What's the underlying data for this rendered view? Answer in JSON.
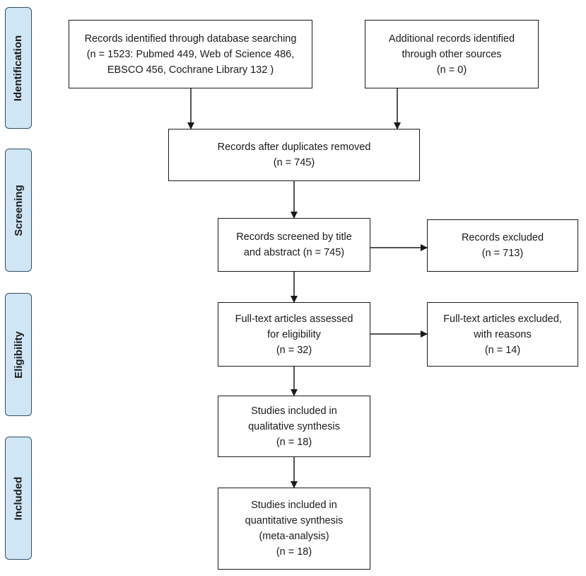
{
  "phases": {
    "identification": "Identification",
    "screening": "Screening",
    "eligibility": "Eligibility",
    "included": "Included"
  },
  "boxes": {
    "db_search": {
      "lines": [
        "Records identified through database searching",
        "(n = 1523: Pubmed 449, Web of Science 486,",
        "EBSCO 456, Cochrane Library 132 )"
      ]
    },
    "other_sources": {
      "lines": [
        "Additional records identified",
        "through other sources",
        "(n = 0)"
      ]
    },
    "duplicates_removed": {
      "lines": [
        "Records after duplicates removed",
        "(n = 745)"
      ]
    },
    "screened": {
      "lines": [
        "Records screened by title",
        "and abstract (n = 745)"
      ]
    },
    "excluded": {
      "lines": [
        "Records excluded",
        "(n = 713)"
      ]
    },
    "fulltext_assessed": {
      "lines": [
        "Full-text articles assessed",
        "for eligibility",
        "(n = 32)"
      ]
    },
    "fulltext_excluded": {
      "lines": [
        "Full-text articles excluded,",
        "with reasons",
        "(n = 14)"
      ]
    },
    "qualitative": {
      "lines": [
        "Studies included in",
        "qualitative synthesis",
        "(n = 18)"
      ]
    },
    "quantitative": {
      "lines": [
        "Studies included in",
        "quantitative synthesis",
        "(meta-analysis)",
        "(n = 18)"
      ]
    }
  },
  "colors": {
    "phase_fill": "#cfe6f6",
    "phase_border": "#2f4f66",
    "box_border": "#1a1a1a"
  }
}
